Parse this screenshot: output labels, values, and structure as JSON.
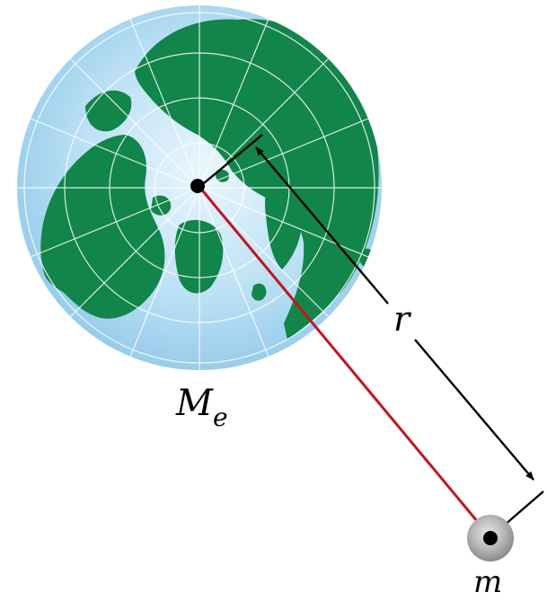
{
  "labels": {
    "earth_mass": "M",
    "earth_mass_subscript": "e",
    "distance": "r",
    "small_mass": "m"
  },
  "colors": {
    "ocean": "#a9d6f0",
    "ocean_center": "#eaf6fd",
    "land": "#11854a",
    "grid": "#ffffff",
    "connector": "#c0161f",
    "dimension": "#000000",
    "point": "#000000",
    "mass_halo": "#9c9c9c"
  },
  "icons": {
    "earth": "globe-north-pole-view",
    "small_mass": "gray-sphere"
  }
}
